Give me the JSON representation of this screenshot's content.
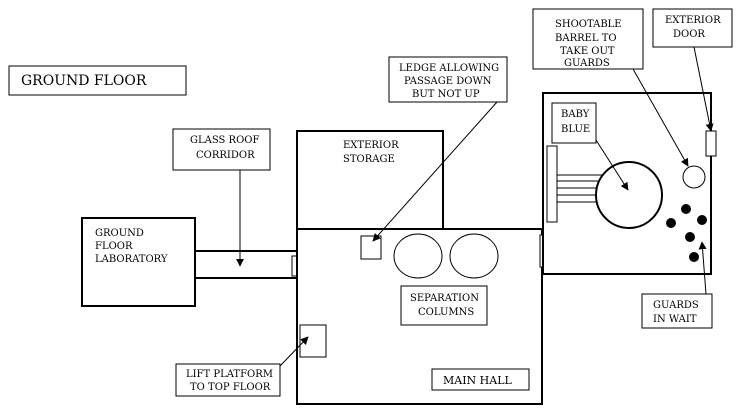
{
  "diagram": {
    "title": "GROUND FLOOR",
    "rooms": {
      "ground_floor_laboratory": [
        "GROUND",
        "FLOOR",
        "LABORATORY"
      ],
      "exterior_storage": [
        "EXTERIOR",
        "STORAGE"
      ],
      "main_hall": "MAIN HALL",
      "baby_blue": [
        "BABY",
        "BLUE"
      ]
    },
    "callouts": {
      "glass_roof_corridor": [
        "GLASS ROOF",
        "CORRIDOR"
      ],
      "ledge": [
        "LEDGE ALLOWING",
        "PASSAGE DOWN",
        "BUT NOT UP"
      ],
      "shootable_barrel": [
        "SHOOTABLE",
        "BARREL TO",
        "TAKE OUT",
        "GUARDS"
      ],
      "exterior_door": [
        "EXTERIOR",
        "DOOR"
      ],
      "separation_columns": [
        "SEPARATION",
        "COLUMNS"
      ],
      "guards_in_wait": [
        "GUARDS",
        "IN WAIT"
      ],
      "lift_platform": [
        "LIFT PLATFORM",
        "TO TOP FLOOR"
      ]
    },
    "colors": {
      "line": "#000000",
      "background": "#ffffff"
    }
  }
}
